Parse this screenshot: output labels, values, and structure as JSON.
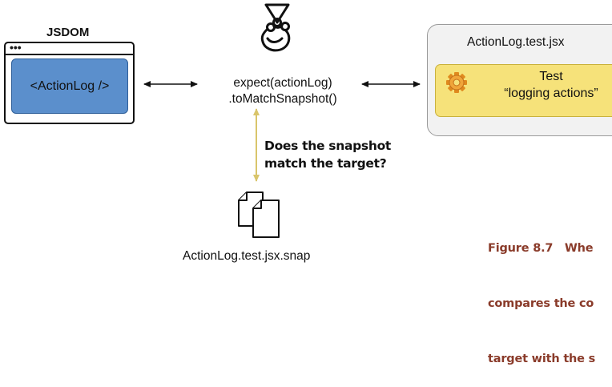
{
  "jsdom": {
    "title": "JSDOM",
    "window_dots": "•••",
    "component_label": "<ActionLog />"
  },
  "center": {
    "expect_line1": "expect(actionLog)",
    "expect_line2": ".toMatchSnapshot()",
    "jest_logo_icon": "jest-logo-icon"
  },
  "test_file": {
    "filename": "ActionLog.test.jsx",
    "test_line1": "Test",
    "test_line2": "“logging actions”",
    "gear_icon": "gear-icon"
  },
  "question": {
    "line1": "Does the snapshot",
    "line2": "match the target?"
  },
  "snapshot": {
    "filename": "ActionLog.test.jsx.snap",
    "files_icon": "files-icon"
  },
  "caption": {
    "line1": "Figure 8.7   Whe",
    "line2": "compares the co",
    "line3": "target with the s"
  },
  "colors": {
    "component_fill": "#5b8fcc",
    "test_fill": "#f6e27a",
    "panel_fill": "#f2f2f2",
    "vertical_arrow": "#d9c56b",
    "caption": "#8a3b2a"
  }
}
